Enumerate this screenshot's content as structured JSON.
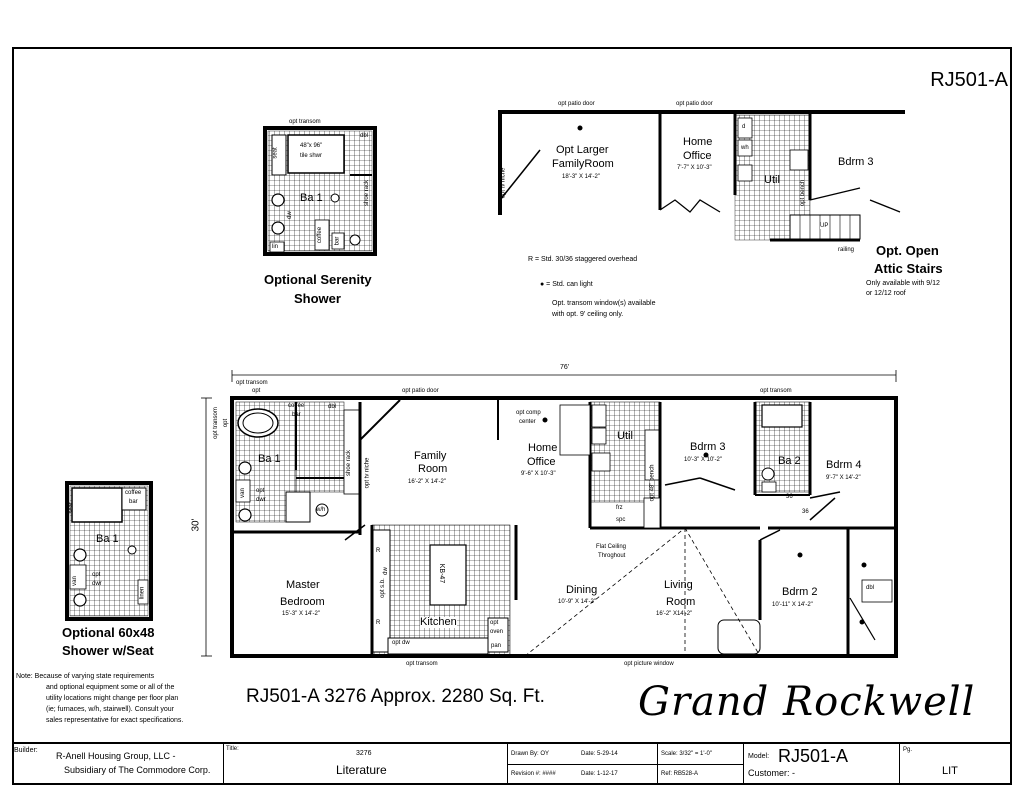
{
  "model_code": "RJ501-A",
  "overall_dim": "76'",
  "depth_dim": "30'",
  "headline": "RJ501-A 3276  Approx. 2280 Sq. Ft.",
  "brand": "Grand Rockwell",
  "legend": {
    "r_line": "R = Std. 30/36 staggered overhead",
    "can_line": "● = Std. can light",
    "transom_line1": "Opt. transom window(s) available",
    "transom_line2": "with opt. 9' ceiling only."
  },
  "note": {
    "lines": [
      "Note:  Because of varying state requirements",
      "and optional equipment some or all of the",
      "utility locations might change per floor plan",
      "(ie; furnaces, w/h, stairwell).  Consult your",
      "sales representative for exact specifications."
    ]
  },
  "inset_serenity": {
    "caption1": "Optional Serenity",
    "caption2": "Shower",
    "room": "Ba 1",
    "shower": "48\"x 96\"",
    "shower2": "tile shwr",
    "opt_transom": "opt transom",
    "seat": "seat",
    "dw": "dw",
    "lin": "lin",
    "coffee": "coffee",
    "bar": "bar",
    "dbl": "dbl",
    "shoe_rack": "shoe rack"
  },
  "inset_60x48": {
    "caption1": "Optional 60x48",
    "caption2": "Shower w/Seat",
    "room": "Ba 1",
    "coffee": "coffee",
    "bar": "bar",
    "seat": "seat",
    "van": "van",
    "opt": "opt",
    "dwr": "dwr",
    "linen": "linen"
  },
  "inset_top": {
    "family": "Opt Larger",
    "family2": "FamilyRoom",
    "family_dim": "18'-3\" X 14'-2\"",
    "office": "Home",
    "office2": "Office",
    "office_dim": "7'-7\" X 10'-3\"",
    "util": "Util",
    "bdrm3": "Bdrm 3",
    "patio1": "opt patio door",
    "patio2": "opt patio door",
    "tv": "opt tv niche",
    "up": "UP",
    "railing": "railing",
    "bench": "opt bench",
    "d": "d",
    "wh": "wh",
    "attic1": "Opt. Open",
    "attic2": "Attic Stairs",
    "attic3": "Only available with 9/12",
    "attic4": "or 12/12 roof"
  },
  "main_plan": {
    "opt_transom_top": "opt transom",
    "opt_top": "opt",
    "patio_door": "opt patio door",
    "opt_transom_right": "opt transom",
    "opt_transom_left": "opt transom",
    "opt_left": "opt",
    "ba1": "Ba 1",
    "coffee": "coffee",
    "bar": "bar",
    "dbl": "dbl",
    "shoe_rack": "shoe rack",
    "van": "van",
    "opt_dwr": "opt",
    "dwr": "dwr",
    "wh": "w/h",
    "tv_niche": "opt tv niche",
    "family": "Family",
    "family2": "Room",
    "family_dim": "16'-2\" X 14'-2\"",
    "comp1": "opt comp",
    "comp2": "center",
    "office": "Home",
    "office2": "Office",
    "office_dim": "9'-6\" X 10'-3\"",
    "util": "Util",
    "frz": "frz",
    "spc": "spc",
    "bench": "opt 48\" bench",
    "bdrm3": "Bdrm 3",
    "bdrm3_dim": "10'-3\" X 10'-2\"",
    "ba2": "Ba 2",
    "bdrm4": "Bdrm 4",
    "bdrm4_dim": "9'-7\" X 14'-2\"",
    "n36a": "36",
    "n36b": "36",
    "flat1": "Flat Ceiling",
    "flat2": "Throghout",
    "master": "Master",
    "master2": "Bedroom",
    "master_dim": "15'-3\" X 14'-2\"",
    "kitchen": "Kitchen",
    "kb": "KB-47",
    "dining": "Dining",
    "dining_dim": "10'-9\" X 14'-2\"",
    "living": "Living",
    "living2": "Room",
    "living_dim": "16'-2\" X14'-2\"",
    "bdrm2": "Bdrm 2",
    "bdrm2_dim": "10'-11\" X 14'-2\"",
    "opt_oven": "opt",
    "oven": "oven",
    "pan": "pan",
    "opt_sb": "opt s.b.",
    "dw": "dw",
    "opt_dw": "opt dw",
    "r1": "R",
    "r2": "R",
    "transom_bottom": "opt transom",
    "picture_window": "opt picture window",
    "dbl_right": "dbl"
  },
  "title_block": {
    "builder_label": "Builder:",
    "builder1": "R-Anell Housing Group, LLC -",
    "builder2": "Subsidiary of The Commodore Corp.",
    "title_label": "Title:",
    "title_num": "3276",
    "title_val": "Literature",
    "drawn": "Drawn By: OY",
    "date1": "Date: 5-29-14",
    "revision": "Revision #: ####",
    "date2": "Date: 1-12-17",
    "scale": "Scale: 3/32\" = 1'-0\"",
    "ref": "Ref: RB528-A",
    "model_label": "Model:",
    "model_val": "RJ501-A",
    "customer": "Customer: -",
    "pg_label": "Pg.",
    "pg_val": "LIT"
  }
}
